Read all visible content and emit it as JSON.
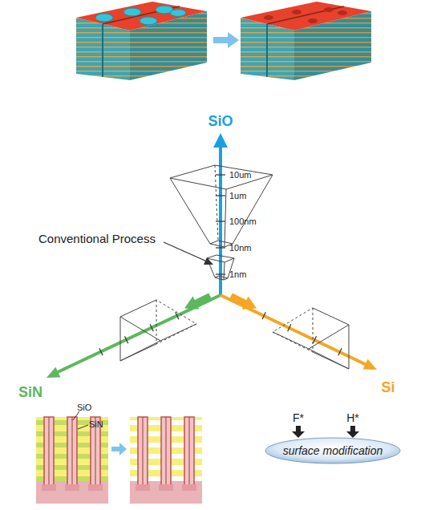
{
  "diagram": {
    "nodes": [
      {
        "text": [
          "surface modification"
        ]
      }
    ],
    "labels": [
      "SiO",
      "10um",
      "1um",
      "100nm",
      "10nm",
      "1nm",
      "Conventional Process",
      "SiN",
      "Si",
      "F*",
      "H*",
      "SiO",
      "SiN"
    ]
  }
}
